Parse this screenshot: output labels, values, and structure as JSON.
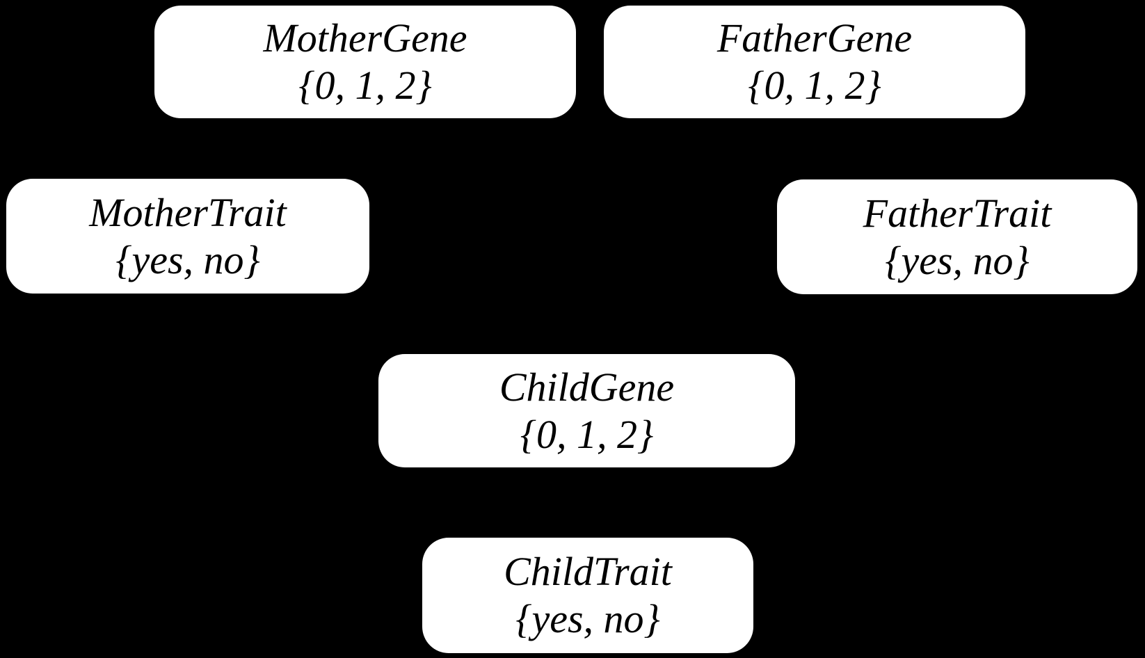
{
  "diagram": {
    "type": "bayesian-network",
    "colors": {
      "background": "#000000",
      "node_fill": "#ffffff",
      "node_text": "#000000"
    },
    "nodes": [
      {
        "id": "mother-gene",
        "label": "MotherGene",
        "values": "{0, 1, 2}"
      },
      {
        "id": "father-gene",
        "label": "FatherGene",
        "values": "{0, 1, 2}"
      },
      {
        "id": "mother-trait",
        "label": "MotherTrait",
        "values": "{yes, no}"
      },
      {
        "id": "father-trait",
        "label": "FatherTrait",
        "values": "{yes, no}"
      },
      {
        "id": "child-gene",
        "label": "ChildGene",
        "values": "{0, 1, 2}"
      },
      {
        "id": "child-trait",
        "label": "ChildTrait",
        "values": "{yes, no}"
      }
    ]
  }
}
